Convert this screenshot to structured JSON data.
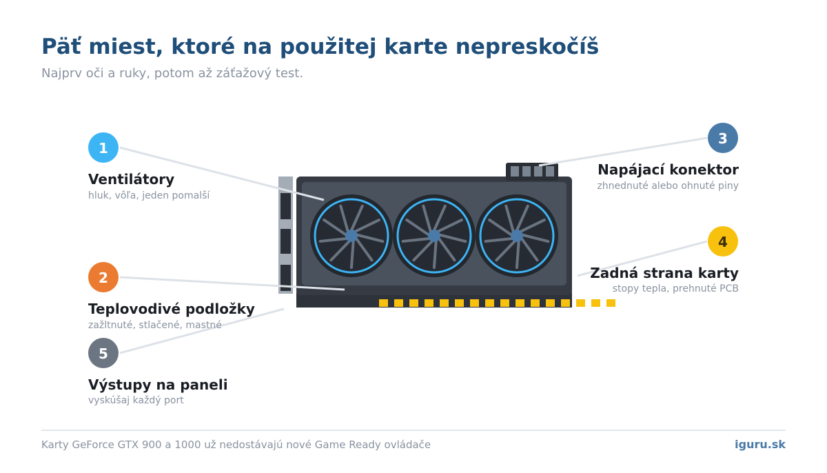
{
  "header": {
    "title": "Päť miest, ktoré na použitej karte nepreskočíš",
    "subtitle": "Najprv oči a ruky, potom až záťažový test."
  },
  "callouts": [
    {
      "number": "1",
      "title": "Ventilátory",
      "desc": "hluk, vôľa, jeden pomalší",
      "color": "#3db5f5"
    },
    {
      "number": "2",
      "title": "Teplovodivé podložky",
      "desc": "zažltnuté, stlačené, mastné",
      "color": "#ea7b30"
    },
    {
      "number": "3",
      "title": "Napájací konektor",
      "desc": "zhnednuté alebo ohnuté piny",
      "color": "#4a7aa8"
    },
    {
      "number": "4",
      "title": "Zadná strana karty",
      "desc": "stopy tepla, prehnuté PCB",
      "color": "#f8c10e"
    },
    {
      "number": "5",
      "title": "Výstupy na paneli",
      "desc": "vyskúšaj každý port",
      "color": "#6c7683"
    }
  ],
  "footer": {
    "note": "Karty GeForce GTX 900 a 1000 už nedostávajú nové Game Ready ovládače",
    "brand": "iguru.sk"
  },
  "colors": {
    "card_body": "#4a525d",
    "card_shroud": "#363b43",
    "fan_ring": "#3db5f5",
    "fan_hub": "#4a7aa8",
    "pcie_pins": "#f8c10e",
    "leader_line": "#dde2e8"
  }
}
